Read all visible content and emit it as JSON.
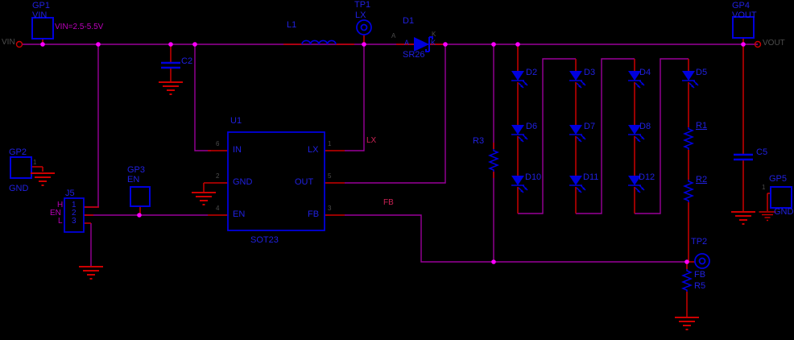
{
  "colors": {
    "background": "#000000",
    "wire": "#990099",
    "pin_wire": "#cc0000",
    "symbol": "#0000dd",
    "designator": "#2020e0",
    "net_label": "#bb00bb",
    "wire_net_label": "#cc2255",
    "dim_text": "#4d4d4d",
    "junction": "#ff00ff",
    "ground": "#cc0000"
  },
  "offpage": {
    "left_net": "VIN",
    "right_net": "VOUT"
  },
  "power_annotation": "VIN=2.5-5.5V",
  "connectors": {
    "gp1": {
      "ref": "GP1",
      "net": "VIN"
    },
    "gp2": {
      "ref": "GP2",
      "net": "GND",
      "pin": "1"
    },
    "gp3": {
      "ref": "GP3",
      "net": "EN"
    },
    "gp4": {
      "ref": "GP4",
      "net": "VOUT"
    },
    "gp5": {
      "ref": "GP5",
      "net": "GND",
      "pin": "1"
    }
  },
  "testpoints": {
    "tp1": {
      "ref": "TP1",
      "net": "LX"
    },
    "tp2": {
      "ref": "TP2",
      "net": "FB"
    }
  },
  "ic": {
    "ref": "U1",
    "package": "SOT23",
    "left_pins": [
      {
        "num": "6",
        "label": "IN"
      },
      {
        "num": "2",
        "label": "GND"
      },
      {
        "num": "4",
        "label": "EN"
      }
    ],
    "right_pins": [
      {
        "num": "1",
        "label": "LX"
      },
      {
        "num": "5",
        "label": "OUT"
      },
      {
        "num": "3",
        "label": "FB"
      }
    ]
  },
  "jumper": {
    "ref": "J5",
    "pin_numbers": [
      "1",
      "2",
      "3"
    ],
    "pin_names": [
      "H",
      "EN",
      "L"
    ]
  },
  "inductor": {
    "ref": "L1"
  },
  "capacitors": {
    "c2": {
      "ref": "C2"
    },
    "c5": {
      "ref": "C5"
    }
  },
  "resistors": {
    "r1": {
      "ref": "R1"
    },
    "r2": {
      "ref": "R2"
    },
    "r3": {
      "ref": "R3"
    },
    "r5": {
      "ref": "R5"
    }
  },
  "diode": {
    "ref": "D1",
    "part": "SR26",
    "anode": "A",
    "cathode": "K"
  },
  "leds": {
    "row1": [
      "D2",
      "D3",
      "D4",
      "D5"
    ],
    "row2": [
      "D6",
      "D7",
      "D8"
    ],
    "row3": [
      "D10",
      "D11",
      "D12"
    ]
  },
  "net_labels": {
    "lx": "LX",
    "fb": "FB"
  }
}
